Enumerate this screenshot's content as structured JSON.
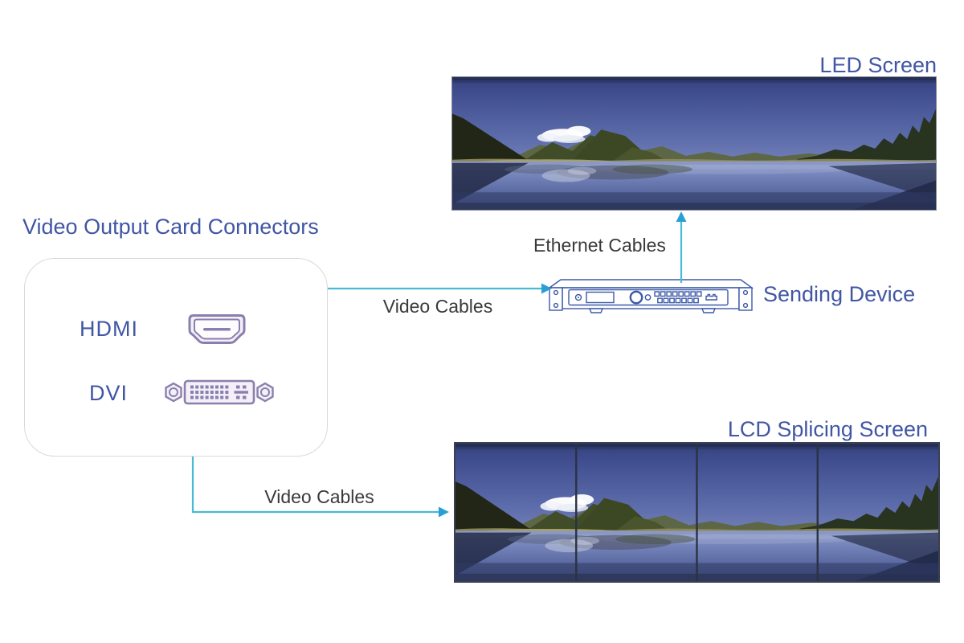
{
  "card": {
    "title": "Video Output Card Connectors",
    "connectors": [
      {
        "label": "HDMI",
        "icon": "hdmi-port-icon"
      },
      {
        "label": "DVI",
        "icon": "dvi-port-icon"
      }
    ]
  },
  "device": {
    "label": "Sending Device",
    "icon": "rack-sending-device-icon"
  },
  "screens": {
    "led": {
      "label": "LED Screen",
      "panels": 1,
      "content": "mountain lake landscape photo"
    },
    "lcd": {
      "label": "LCD Splicing Screen",
      "panels": 4,
      "content": "mountain lake landscape photo split across 4 panels"
    }
  },
  "cables": {
    "video_top": "Video Cables",
    "video_bottom": "Video Cables",
    "ethernet": "Ethernet Cables"
  },
  "icons": [
    "hdmi-port-icon",
    "dvi-port-icon",
    "rack-sending-device-icon",
    "arrow-right",
    "arrow-up"
  ],
  "colors": {
    "label_blue": "#4156a4",
    "text_dark": "#3a3a3a",
    "cable_line": "#49b9d5",
    "arrowhead": "#2a9fd4",
    "connector_purple": "#8a7fae",
    "device_outline": "#3d59a8",
    "card_border": "#d9d9d9"
  }
}
